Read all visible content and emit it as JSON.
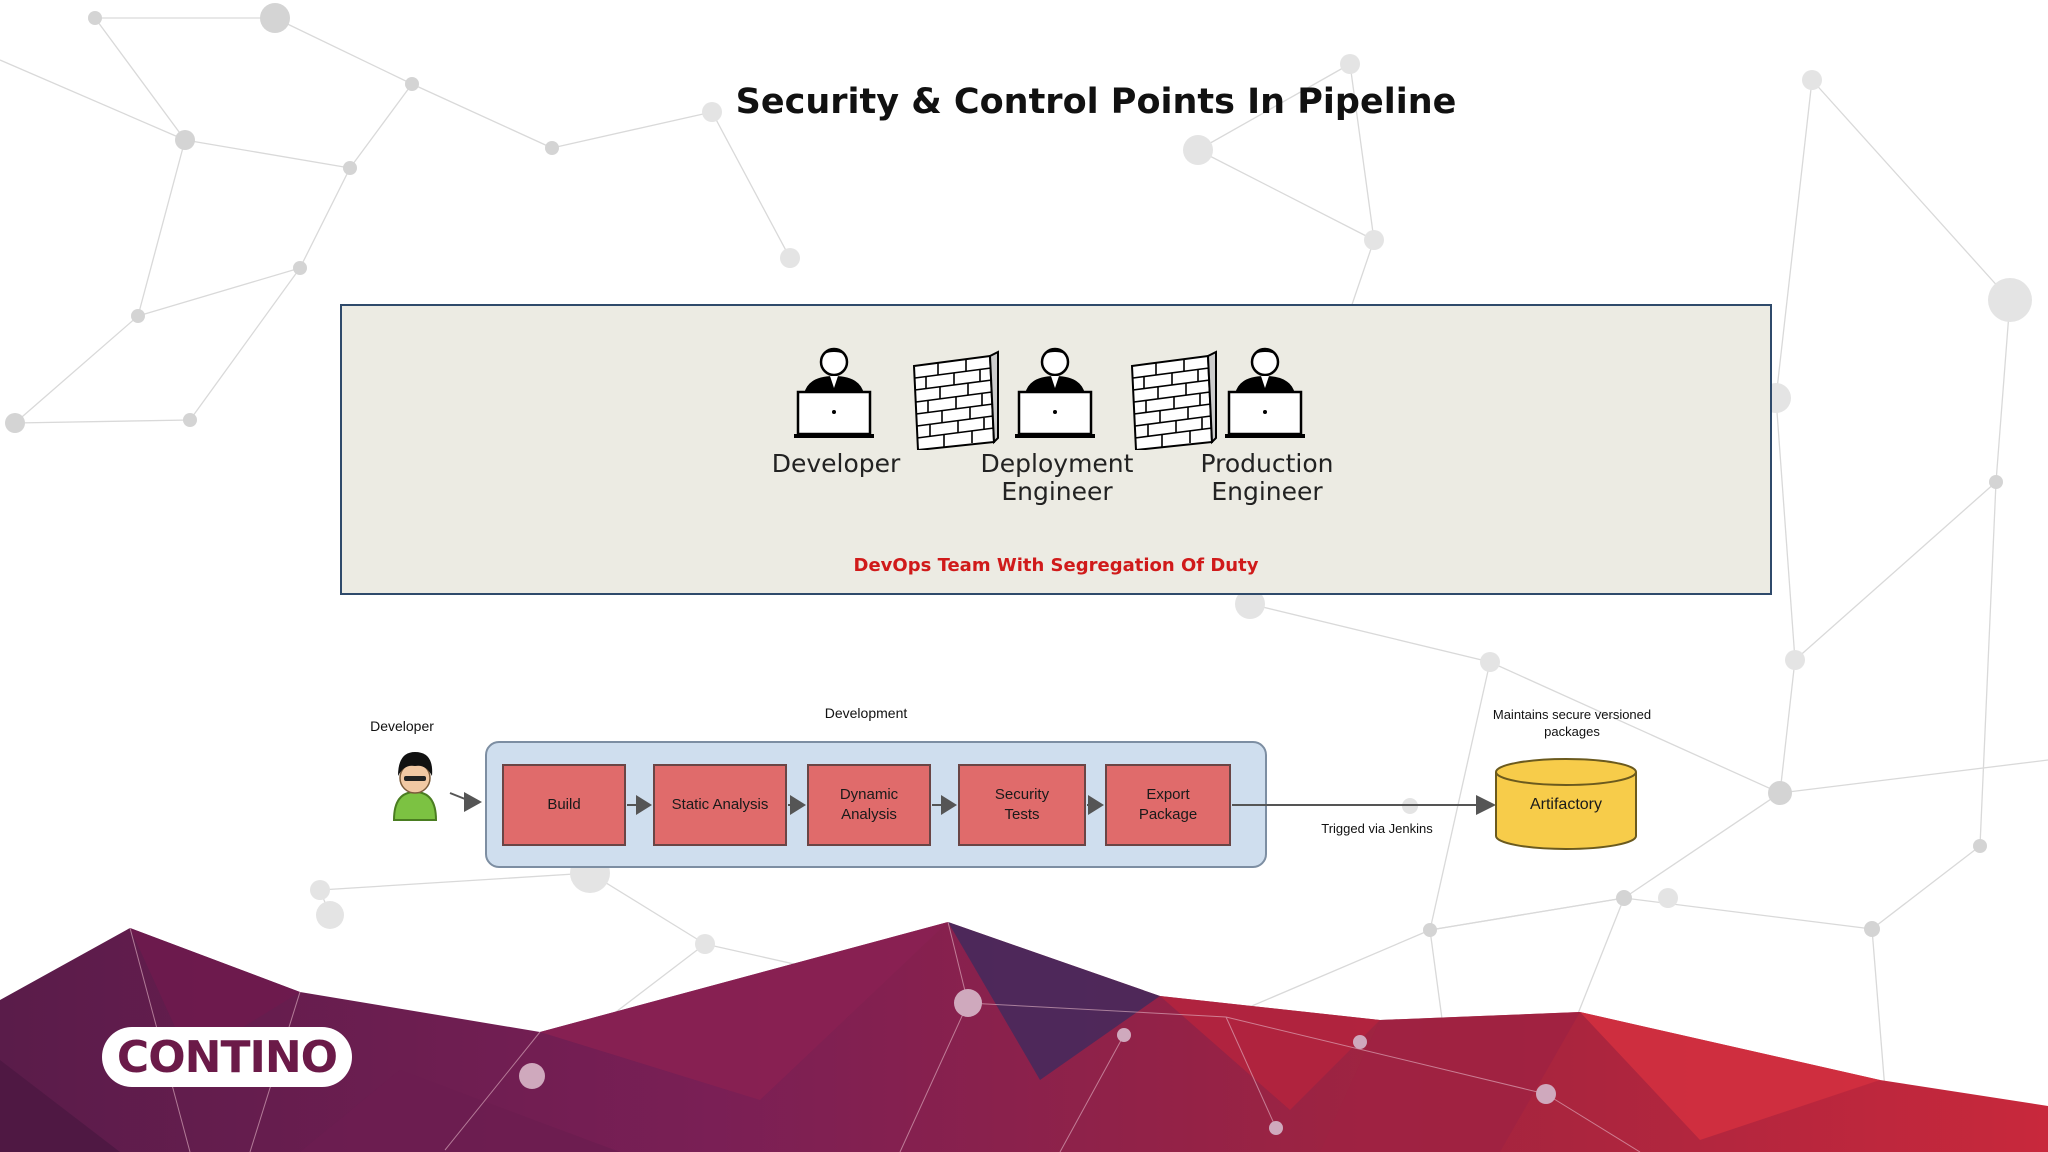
{
  "slide": {
    "title": "Security & Control Points In Pipeline"
  },
  "team": {
    "roles": [
      {
        "line1": "Developer",
        "line2": ""
      },
      {
        "line1": "Deployment",
        "line2": "Engineer"
      },
      {
        "line1": "Production",
        "line2": "Engineer"
      }
    ],
    "caption": "DevOps Team With Segregation Of Duty"
  },
  "pipeline": {
    "actor_label": "Developer",
    "stage_label": "Development",
    "steps": [
      {
        "line1": "Build",
        "line2": ""
      },
      {
        "line1": "Static Analysis",
        "line2": ""
      },
      {
        "line1": "Dynamic",
        "line2": "Analysis"
      },
      {
        "line1": "Security",
        "line2": "Tests"
      },
      {
        "line1": "Export",
        "line2": "Package"
      }
    ],
    "trigger_label": "Trigged  via Jenkins",
    "repo_note_line1": "Maintains secure versioned",
    "repo_note_line2": "packages",
    "repo_label": "Artifactory"
  },
  "brand": {
    "logo_text": "CONTINO"
  },
  "colors": {
    "step_fill": "#e06b6b",
    "stage_fill": "#cfdeee",
    "panel_fill": "#ecebe3",
    "caption_red": "#d01a1a",
    "repo_fill": "#f7cc4a",
    "brand_purple": "#6b1a48"
  }
}
